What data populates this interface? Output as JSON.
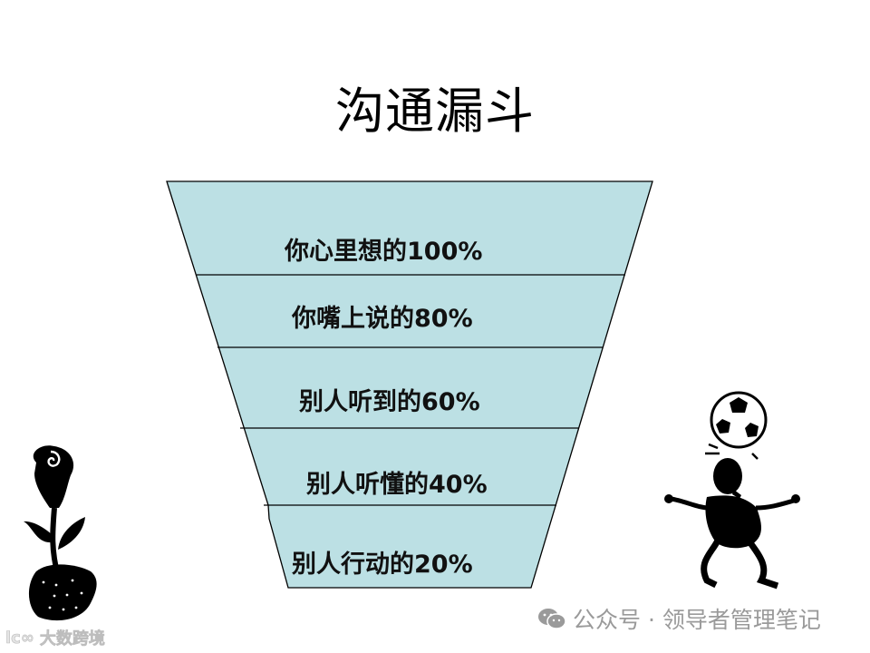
{
  "slide": {
    "title": "沟通漏斗"
  },
  "funnel": {
    "fill_color": "#BCE0E4",
    "stroke_color": "#000000",
    "stages": [
      {
        "label": "你心里想的100%",
        "text": "你心里想的",
        "percent": 100
      },
      {
        "label": "你嘴上说的80%",
        "text": "你嘴上说的",
        "percent": 80
      },
      {
        "label": "别人听到的60%",
        "text": "别人听到的",
        "percent": 60
      },
      {
        "label": "别人听懂的40%",
        "text": "别人听懂的",
        "percent": 40
      },
      {
        "label": "别人行动的20%",
        "text": "别人行动的",
        "percent": 20
      }
    ]
  },
  "illustrations": {
    "left": "rose-plant-silhouette",
    "right": "soccer-ball-head-figure-silhouette"
  },
  "watermarks": {
    "right": "公众号 · 领导者管理笔记",
    "right_icon": "wechat-icon",
    "left": "大数跨境",
    "left_icon_text": "lc∞"
  },
  "chart_data": {
    "type": "funnel",
    "title": "沟通漏斗",
    "categories": [
      "你心里想的",
      "你嘴上说的",
      "别人听到的",
      "别人听懂的",
      "别人行动的"
    ],
    "values": [
      100,
      80,
      60,
      40,
      20
    ],
    "unit": "%"
  }
}
